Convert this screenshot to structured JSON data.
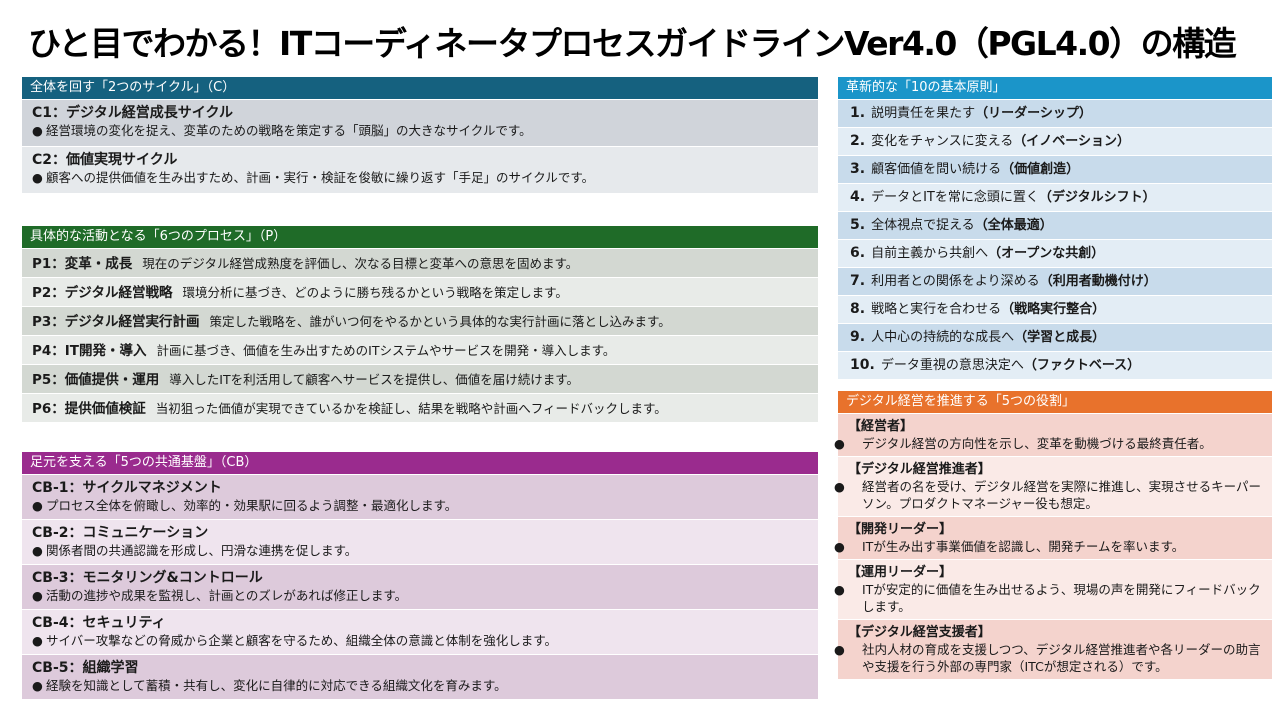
{
  "title": "ひと目でわかる！ITコーディネータプロセスガイドラインVer4.0（PGL4.0）の構造",
  "colors": {
    "cycles_header": "#15617f",
    "processes_header": "#1f6b28",
    "foundations_header": "#9a2b8e",
    "principles_header": "#1b95c9",
    "roles_header": "#e8722c"
  },
  "bullet_icon": "●",
  "cycles": {
    "header": "全体を回す「2つのサイクル」（C）",
    "items": [
      {
        "title": "C1：デジタル経営成長サイクル",
        "desc": "経営環境の変化を捉え、変革のための戦略を策定する「頭脳」の大きなサイクルです。"
      },
      {
        "title": "C2：価値実現サイクル",
        "desc": "顧客への提供価値を生み出すため、計画・実行・検証を俊敏に繰り返す「手足」のサイクルです。"
      }
    ]
  },
  "processes": {
    "header": "具体的な活動となる「6つのプロセス」（P）",
    "items": [
      {
        "title": "P1：変革・成長",
        "desc": "現在のデジタル経営成熟度を評価し、次なる目標と変革への意思を固めます。"
      },
      {
        "title": "P2：デジタル経営戦略",
        "desc": "環境分析に基づき、どのように勝ち残るかという戦略を策定します。"
      },
      {
        "title": "P3：デジタル経営実行計画",
        "desc": "策定した戦略を、誰がいつ何をやるかという具体的な実行計画に落とし込みます。"
      },
      {
        "title": "P4：IT開発・導入",
        "desc": "計画に基づき、価値を生み出すためのITシステムやサービスを開発・導入します。"
      },
      {
        "title": "P5：価値提供・運用",
        "desc": "導入したITを利活用して顧客へサービスを提供し、価値を届け続けます。"
      },
      {
        "title": "P6：提供価値検証",
        "desc": "当初狙った価値が実現できているかを検証し、結果を戦略や計画へフィードバックします。"
      }
    ]
  },
  "foundations": {
    "header": "足元を支える「5つの共通基盤」（CB）",
    "items": [
      {
        "title": "CB-1：サイクルマネジメント",
        "desc": "プロセス全体を俯瞰し、効率的・効果駅に回るよう調整・最適化します。"
      },
      {
        "title": "CB-2：コミュニケーション",
        "desc": "関係者間の共通認識を形成し、円滑な連携を促します。"
      },
      {
        "title": "CB-3：モニタリング&コントロール",
        "desc": "活動の進捗や成果を監視し、計画とのズレがあれば修正します。"
      },
      {
        "title": "CB-4：セキュリティ",
        "desc": "サイバー攻撃などの脅威から企業と顧客を守るため、組織全体の意識と体制を強化します。"
      },
      {
        "title": "CB-5：組織学習",
        "desc": "経験を知識として蓄積・共有し、変化に自律的に対応できる組織文化を育みます。"
      }
    ]
  },
  "principles": {
    "header": "革新的な「10の基本原則」",
    "items": [
      {
        "num": "1.",
        "text": "説明責任を果たす",
        "tag": "（リーダーシップ）"
      },
      {
        "num": "2.",
        "text": "変化をチャンスに変える",
        "tag": "（イノベーション）"
      },
      {
        "num": "3.",
        "text": "顧客価値を問い続ける",
        "tag": "（価値創造）"
      },
      {
        "num": "4.",
        "text": "データとITを常に念頭に置く",
        "tag": "（デジタルシフト）"
      },
      {
        "num": "5.",
        "text": "全体視点で捉える",
        "tag": "（全体最適）"
      },
      {
        "num": "6.",
        "text": "自前主義から共創へ",
        "tag": "（オープンな共創）"
      },
      {
        "num": "7.",
        "text": "利用者との関係をより深める",
        "tag": "（利用者動機付け）"
      },
      {
        "num": "8.",
        "text": "戦略と実行を合わせる",
        "tag": "（戦略実行整合）"
      },
      {
        "num": "9.",
        "text": "人中心の持続的な成長へ",
        "tag": "（学習と成長）"
      },
      {
        "num": "10.",
        "text": "データ重視の意思決定へ",
        "tag": "（ファクトベース）"
      }
    ]
  },
  "roles": {
    "header": "デジタル経営を推進する「5つの役割」",
    "items": [
      {
        "title": "【経営者】",
        "desc": "デジタル経営の方向性を示し、変革を動機づける最終責任者。"
      },
      {
        "title": "【デジタル経営推進者】",
        "desc": "経営者の名を受け、デジタル経営を実際に推進し、実現させるキーパーソン。プロダクトマネージャー役も想定。"
      },
      {
        "title": "【開発リーダー】",
        "desc": "ITが生み出す事業価値を認識し、開発チームを率います。"
      },
      {
        "title": "【運用リーダー】",
        "desc": "ITが安定的に価値を生み出せるよう、現場の声を開発にフィードバックします。"
      },
      {
        "title": "【デジタル経営支援者】",
        "desc": "社内人材の育成を支援しつつ、デジタル経営推進者や各リーダーの助言や支援を行う外部の専門家（ITCが想定される）です。"
      }
    ]
  }
}
